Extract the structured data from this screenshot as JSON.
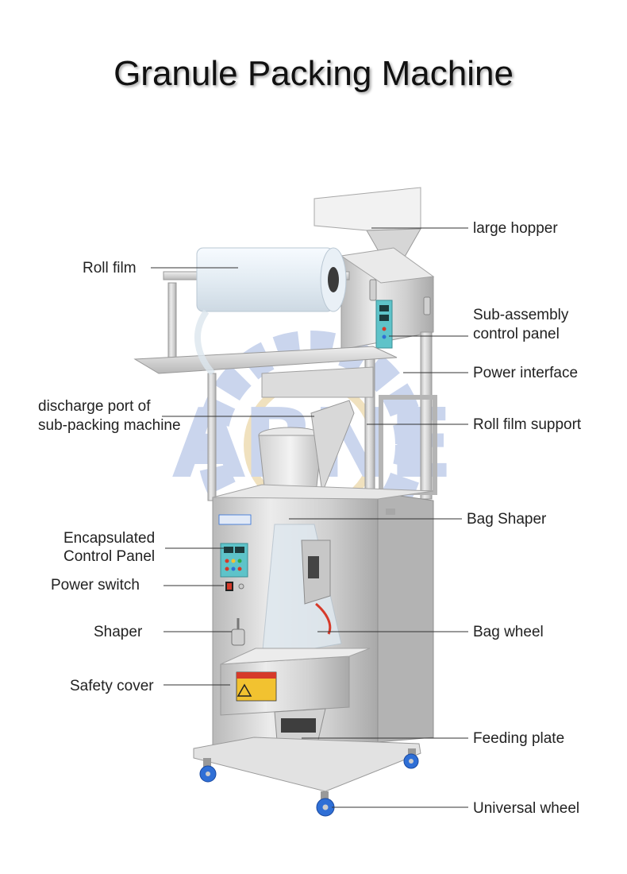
{
  "title": "Granule Packing Machine",
  "labels": {
    "large_hopper": "large hopper",
    "roll_film": "Roll film",
    "sub_assembly_panel_1": "Sub-assembly",
    "sub_assembly_panel_2": "control panel",
    "power_interface": "Power interface",
    "discharge_port_1": "discharge port of",
    "discharge_port_2": "sub-packing machine",
    "roll_film_support": "Roll film support",
    "bag_shaper": "Bag Shaper",
    "encapsulated_panel_1": "Encapsulated",
    "encapsulated_panel_2": "Control Panel",
    "power_switch": "Power switch",
    "shaper": "Shaper",
    "bag_wheel": "Bag wheel",
    "safety_cover": "Safety cover",
    "feeding_plate": "Feeding plate",
    "universal_wheel": "Universal wheel"
  },
  "colors": {
    "steel_light": "#e6e6e6",
    "steel_mid": "#c9c9c9",
    "steel_dark": "#9c9c9c",
    "panel_teal": "#5ec3c9",
    "caster_blue": "#2f6fd6",
    "warning_red": "#d63a2a",
    "warning_yellow": "#f2c230",
    "watermark_blue": "#9fb3e0",
    "watermark_gold": "#e5c98a"
  }
}
